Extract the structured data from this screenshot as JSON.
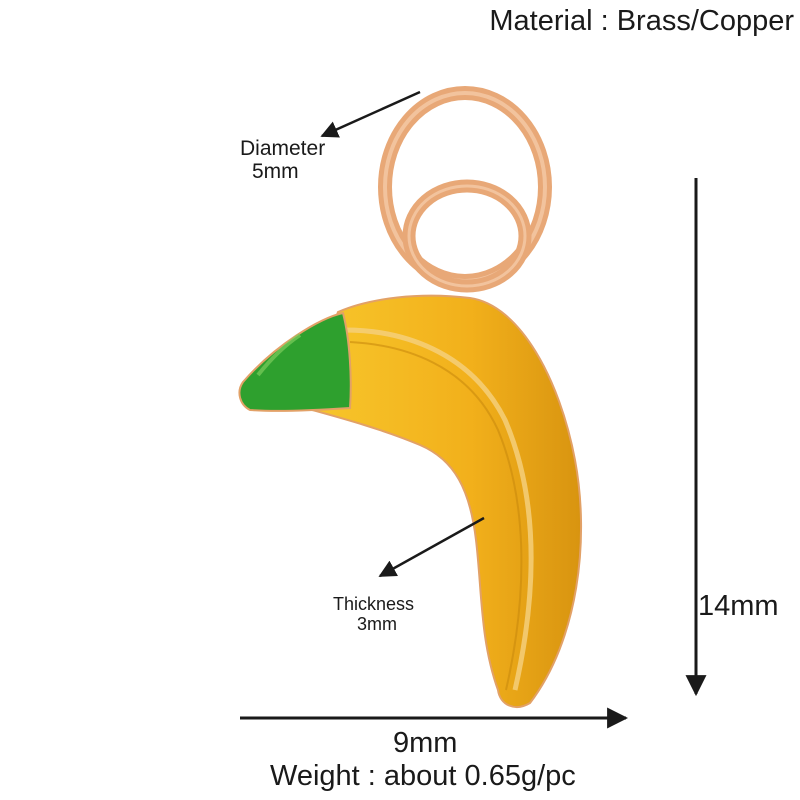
{
  "material_label": "Material : Brass/Copper",
  "diameter": {
    "label": "Diameter",
    "value": "5mm"
  },
  "thickness": {
    "label": "Thickness",
    "value": "3mm"
  },
  "height": "14mm",
  "width": "9mm",
  "weight_label": "Weight : about 0.65g/pc",
  "colors": {
    "ring_gold": "#e8a877",
    "banana_yellow": "#f4b51c",
    "banana_tip_green": "#2ea02e",
    "arrow": "#1a1a1a"
  }
}
